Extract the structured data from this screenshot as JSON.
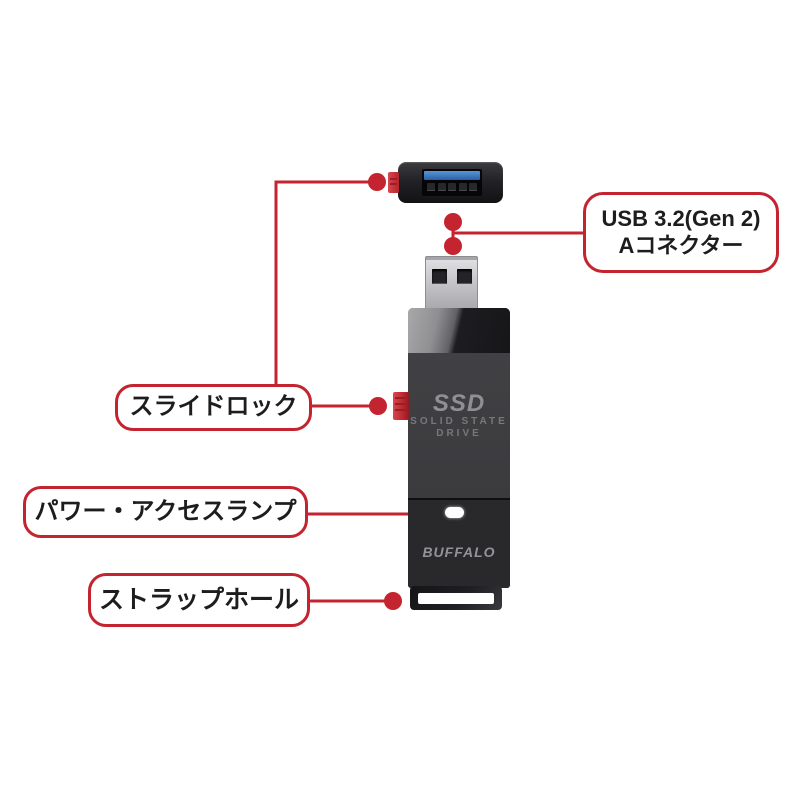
{
  "colors": {
    "callout_red": "#c32430",
    "usb_blue": "#3b76bb",
    "body_gray": "#3d3d40",
    "body_lower_gray": "#29292c",
    "led_white": "#ffffff"
  },
  "callouts": {
    "usb_connector": {
      "line1": "USB 3.2(Gen 2)",
      "line2": "Aコネクター"
    },
    "slide_lock": {
      "label": "スライドロック"
    },
    "power_access_lamp": {
      "label": "パワー・アクセスランプ"
    },
    "strap_hole": {
      "label": "ストラップホール"
    }
  },
  "device": {
    "logo": "BUFFALO",
    "print": {
      "ssd": "SSD",
      "solid_state": "SOLID STATE",
      "drive": "DRIVE"
    }
  }
}
